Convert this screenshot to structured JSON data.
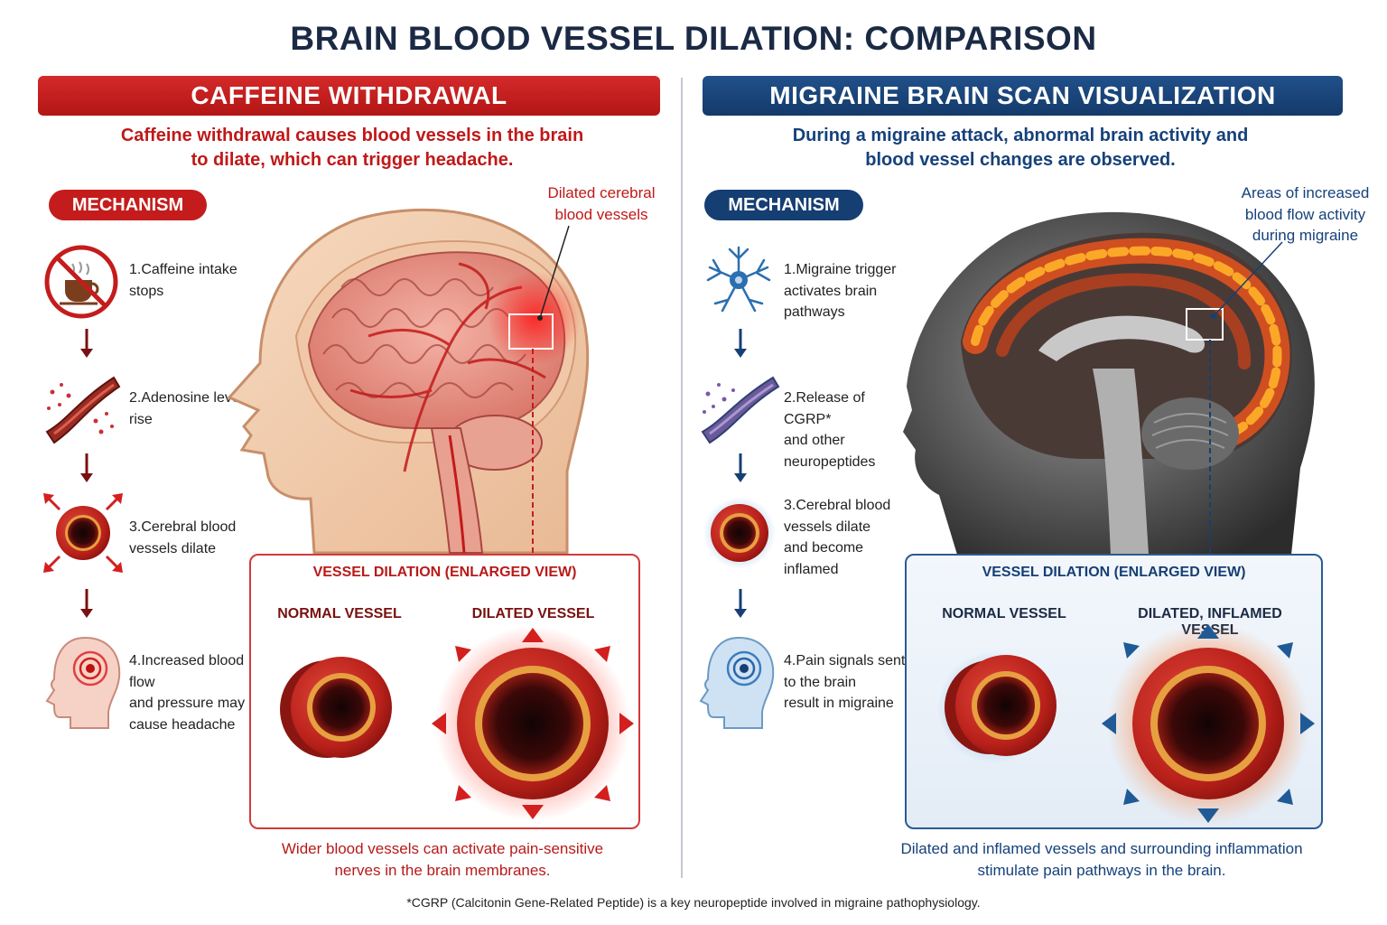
{
  "title": "BRAIN BLOOD VESSEL DILATION: COMPARISON",
  "left": {
    "banner": "CAFFEINE WITHDRAWAL",
    "intro": [
      "Caffeine withdrawal causes blood vessels in the brain",
      "to dilate, which can trigger headache."
    ],
    "mechanism_label": "MECHANISM",
    "steps": [
      {
        "lines": [
          "1.Caffeine intake",
          "stops"
        ],
        "icon": "no-coffee-icon"
      },
      {
        "lines": [
          "2.Adenosine levels",
          "rise"
        ],
        "icon": "adenosine-vessel-icon"
      },
      {
        "lines": [
          "3.Cerebral blood",
          "vessels dilate"
        ],
        "icon": "dilating-vessel-icon"
      },
      {
        "lines": [
          "4.Increased blood flow",
          "and pressure may",
          "cause headache"
        ],
        "icon": "headache-head-icon"
      }
    ],
    "callout": [
      "Dilated cerebral",
      "blood vessels"
    ],
    "enlarged": {
      "title": "VESSEL DILATION (ENLARGED VIEW)",
      "normal_label": "NORMAL VESSEL",
      "dilated_label": "DILATED VESSEL"
    },
    "caption": [
      "Wider blood vessels can activate pain-sensitive",
      "nerves in the brain membranes."
    ]
  },
  "right": {
    "banner": "MIGRAINE BRAIN SCAN VISUALIZATION",
    "intro": [
      "During a migraine attack, abnormal brain activity and",
      "blood vessel changes are observed."
    ],
    "mechanism_label": "MECHANISM",
    "steps": [
      {
        "lines": [
          "1.Migraine trigger",
          "activates brain",
          "pathways"
        ],
        "icon": "neuron-icon"
      },
      {
        "lines": [
          "2.Release of CGRP*",
          "and other",
          "neuropeptides"
        ],
        "icon": "neuropeptide-vessel-icon"
      },
      {
        "lines": [
          "3.Cerebral blood",
          "vessels dilate",
          "and become",
          "inflamed"
        ],
        "icon": "inflamed-vessel-icon"
      },
      {
        "lines": [
          "4.Pain signals sent",
          "to the brain",
          "result in migraine"
        ],
        "icon": "migraine-head-icon"
      }
    ],
    "callout": [
      "Areas of increased",
      "blood flow activity",
      "during migraine"
    ],
    "enlarged": {
      "title": "VESSEL DILATION (ENLARGED VIEW)",
      "normal_label": "NORMAL VESSEL",
      "dilated_label": "DILATED, INFLAMED VESSEL"
    },
    "caption": [
      "Dilated and inflamed vessels and surrounding inflammation",
      "stimulate pain pathways in the brain."
    ]
  },
  "footnote": "*CGRP (Calcitonin Gene-Related Peptide) is a key neuropeptide involved in migraine pathophysiology.",
  "colors": {
    "red": "#c41c1c",
    "navy": "#153e72",
    "title": "#1b2a44"
  }
}
